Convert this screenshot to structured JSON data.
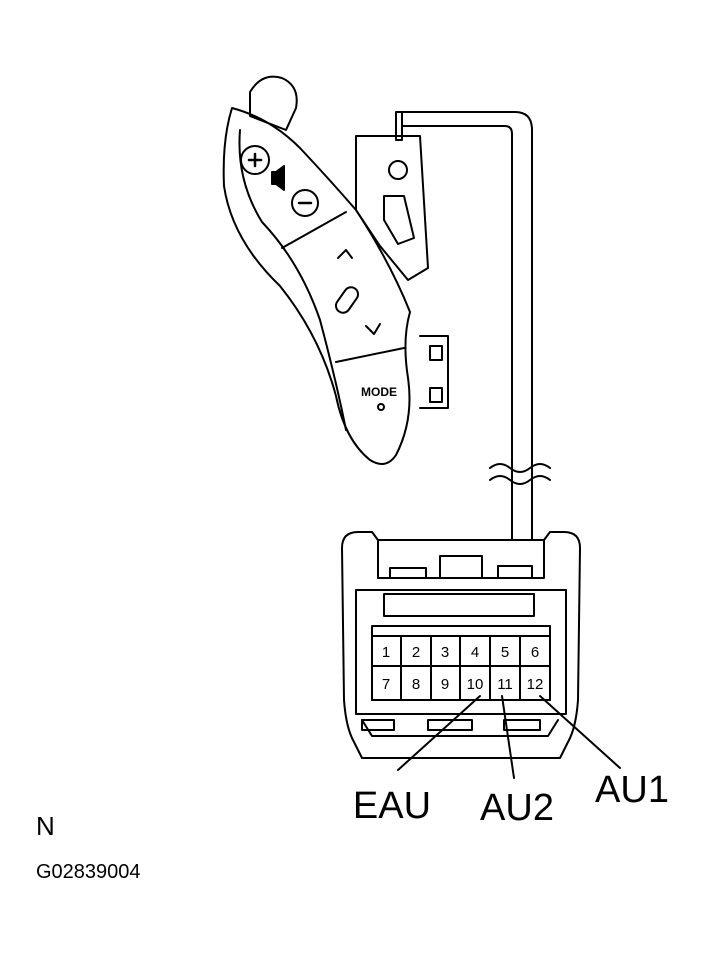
{
  "switch": {
    "mode_label": "MODE"
  },
  "connector": {
    "pins_top": [
      "1",
      "2",
      "3",
      "4",
      "5",
      "6"
    ],
    "pins_bottom": [
      "7",
      "8",
      "9",
      "10",
      "11",
      "12"
    ]
  },
  "terminals": {
    "eau": "EAU",
    "au2": "AU2",
    "au1": "AU1"
  },
  "footer": {
    "view_letter": "N",
    "figure_code": "G02839004"
  }
}
